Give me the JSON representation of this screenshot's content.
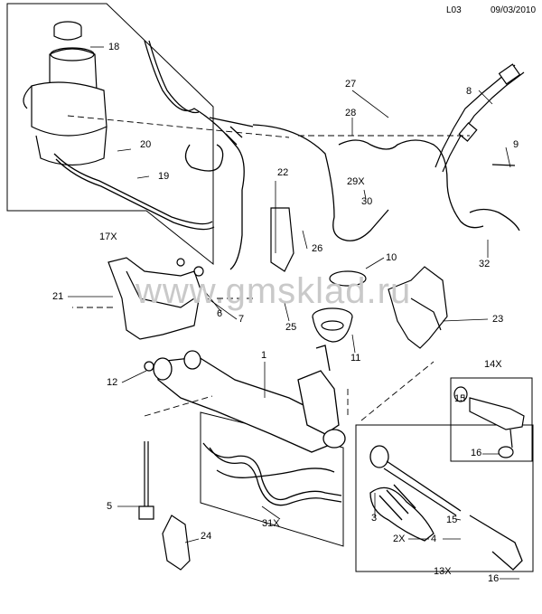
{
  "header": {
    "code": "L03",
    "date": "09/03/2010"
  },
  "watermark": "www.gmsklad.ru",
  "callouts": {
    "c18": "18",
    "c20": "20",
    "c19": "19",
    "c17x": "17X",
    "c22": "22",
    "c26": "26",
    "c27": "27",
    "c28": "28",
    "c8": "8",
    "c9": "9",
    "c29x": "29X",
    "c30": "30",
    "c32": "32",
    "c10": "10",
    "c21": "21",
    "c6": "6",
    "c7": "7",
    "c25": "25",
    "c23": "23",
    "c11": "11",
    "c1": "1",
    "c12": "12",
    "c14x": "14X",
    "c15a": "15",
    "c16a": "16",
    "c5": "5",
    "c31x": "31X",
    "c24": "24",
    "c3": "3",
    "c15b": "15",
    "c2x": "2X",
    "c4": "4",
    "c13x": "13X",
    "c16b": "16"
  }
}
